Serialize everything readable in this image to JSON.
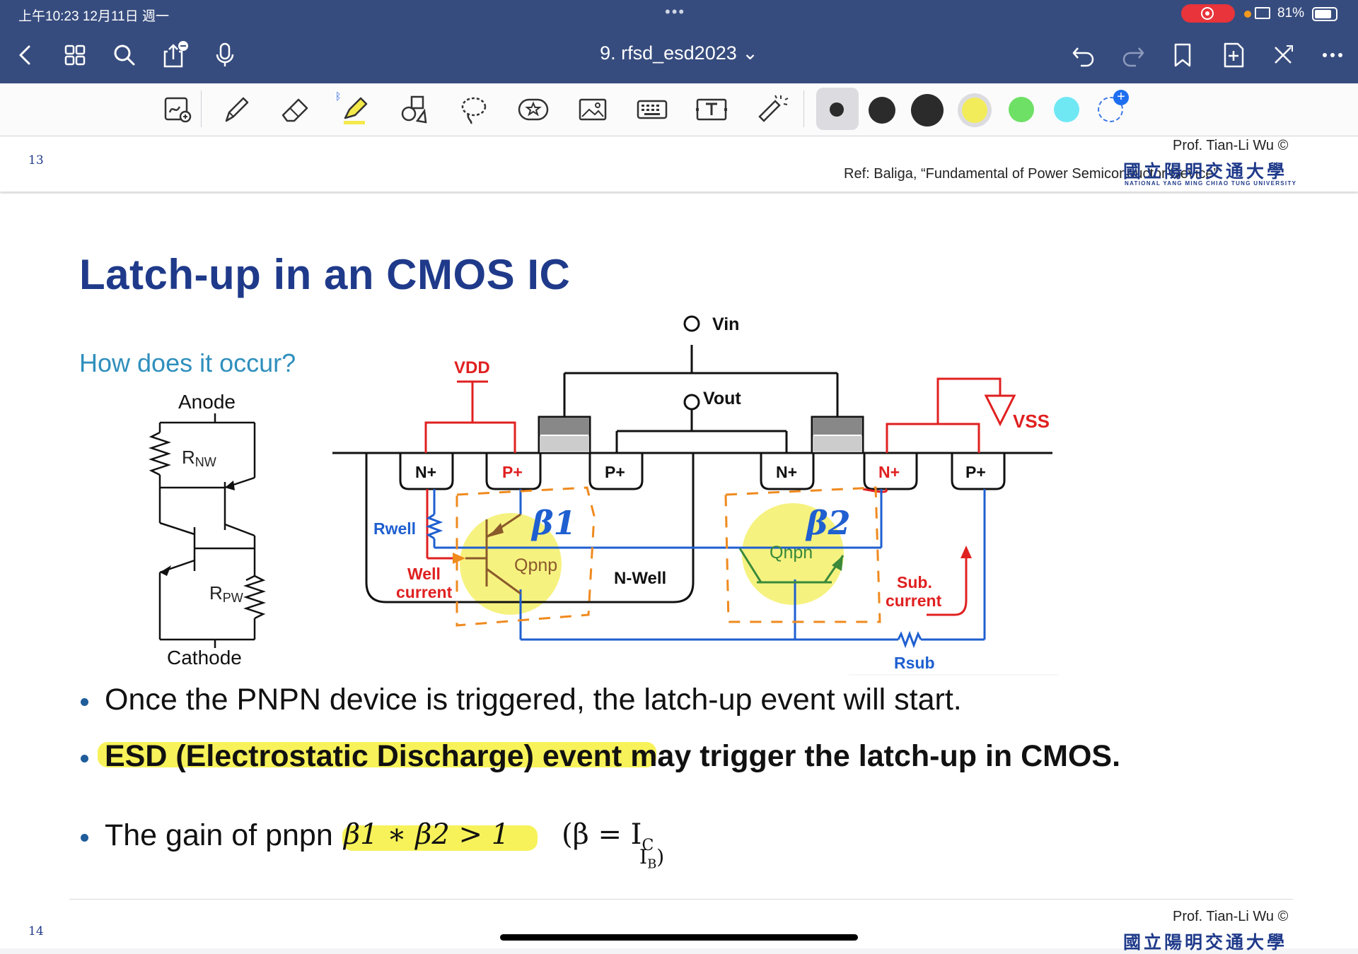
{
  "status_bar": {
    "time": "上午10:23  12月11日 週一",
    "dots": "•••",
    "battery": "81%"
  },
  "nav": {
    "doc_title": "9. rfsd_esd2023 ⌄",
    "icons": [
      "back-icon",
      "grid-icon",
      "search-icon",
      "share-icon",
      "microphone-icon",
      "undo-icon",
      "redo-icon",
      "bookmark-icon",
      "add-page-icon",
      "close-pen-icon",
      "more-icon"
    ]
  },
  "toolbar": {
    "tools": [
      "zoom-write-tool",
      "pen-tool",
      "eraser-tool",
      "highlighter-tool",
      "shapes-tool",
      "lasso-tool",
      "sticker-tool",
      "image-tool",
      "keyboard-tool",
      "text-tool",
      "laser-tool"
    ],
    "colors": [
      "#2b2b2b",
      "#2b2b2b",
      "#2b2b2b",
      "#f3ec5a",
      "#6ee065",
      "#6fe8f4"
    ]
  },
  "page13": {
    "number": "13",
    "prof": "Prof. Tian-Li Wu ©",
    "ref": "Ref: Baliga, “Fundamental of Power Semiconductor Device”",
    "university": "國立陽明交通大學",
    "university_en": "NATIONAL YANG MING CHIAO TUNG UNIVERSITY"
  },
  "page14": {
    "number": "14",
    "title": "Latch-up in an CMOS IC",
    "question": "How does it occur?",
    "bullets": [
      "Once the PNPN device is triggered, the latch-up event will start.",
      "ESD (Electrostatic Discharge) event may trigger the latch-up in CMOS.",
      "The gain of pnpn"
    ],
    "equation": "β1 ∗ β2 > 1",
    "beta_formula": "(β = I",
    "ic": "C",
    "ib": "B",
    "prof": "Prof. Tian-Li Wu ©",
    "university": "國立陽明交通大學"
  },
  "circuit": {
    "anode": "Anode",
    "cathode": "Cathode",
    "rnw_main": "R",
    "rnw_sub": "NW",
    "rpw_main": "R",
    "rpw_sub": "PW"
  },
  "cross_section": {
    "vin": "Vin",
    "vout": "Vout",
    "vdd": "VDD",
    "vss": "VSS",
    "regions": [
      "N+",
      "P+",
      "P+",
      "N+",
      "N+",
      "P+"
    ],
    "rwell": "Rwell",
    "well_current_1": "Well",
    "well_current_2": "current",
    "beta1": "β1",
    "beta2": "β2",
    "qpnp": "Qpnp",
    "qnpn": "Qnpn",
    "nwell": "N-Well",
    "sub_current_1": "Sub.",
    "sub_current_2": "current",
    "rsub": "Rsub"
  }
}
